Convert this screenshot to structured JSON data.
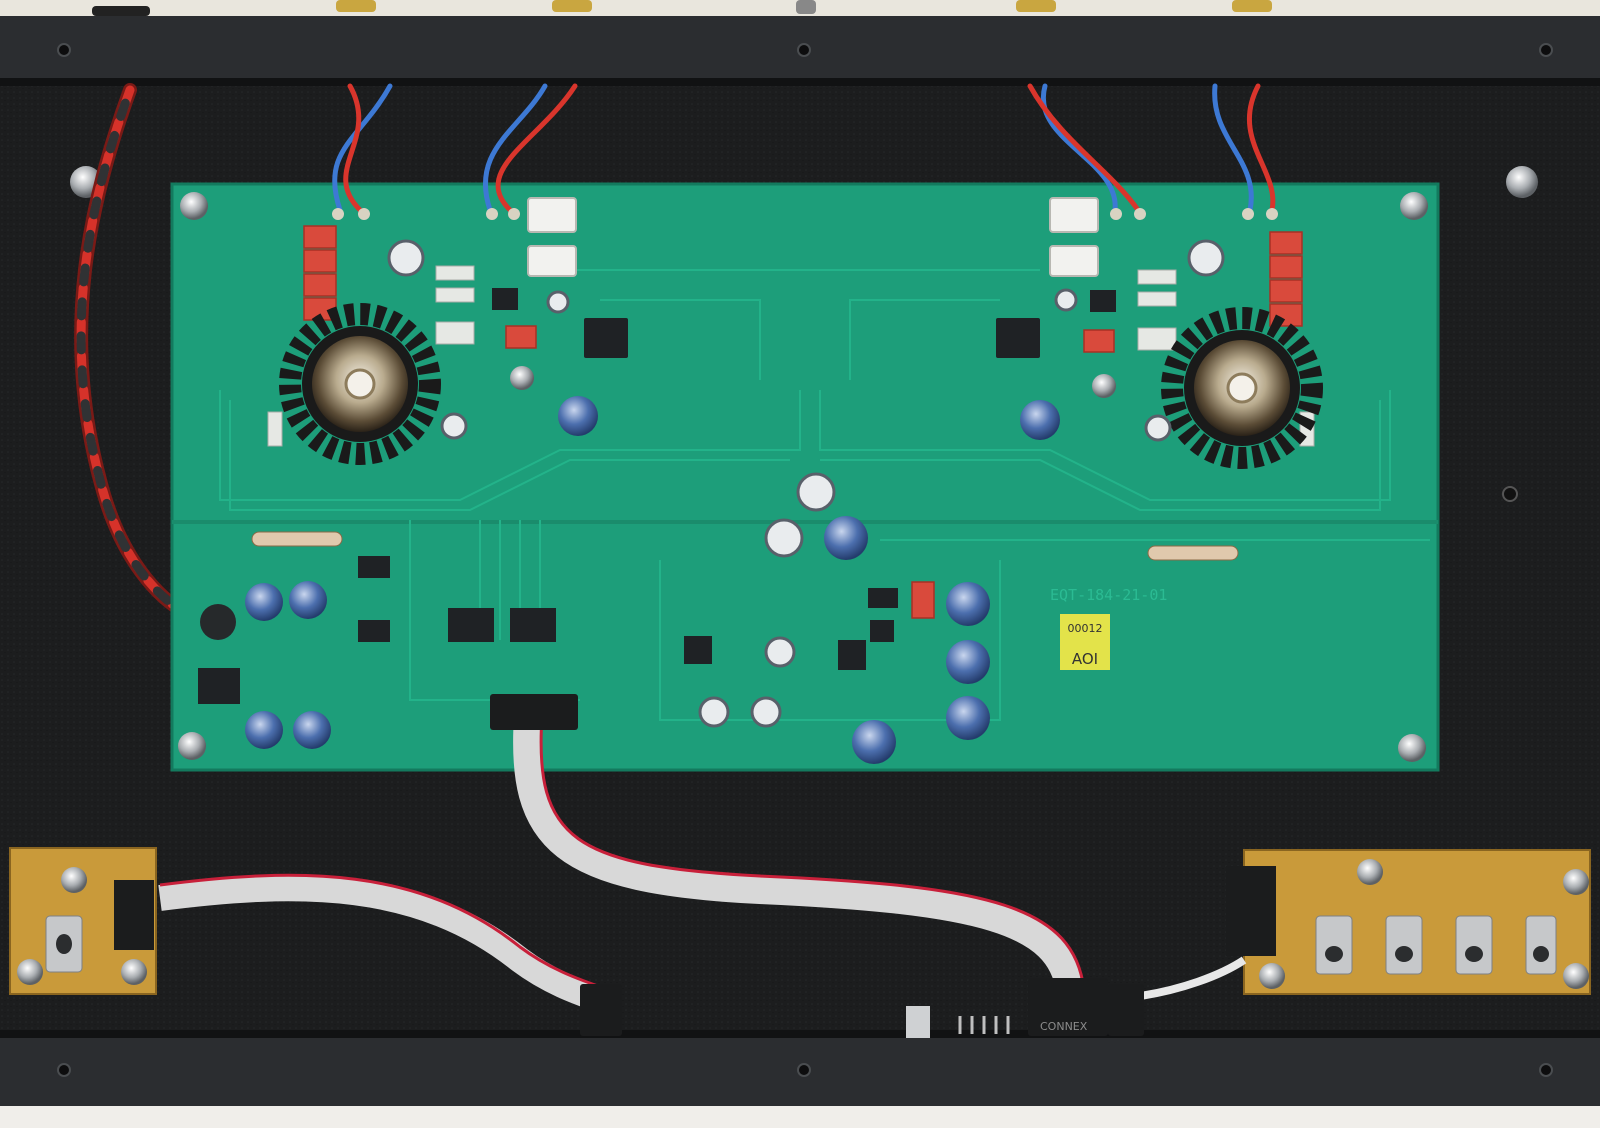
{
  "colors": {
    "chassis": "#2a2c2e",
    "chassis_floor": "#1a1b1c",
    "pcb_main": "#1d9e7a",
    "pcb_small": "#c99a3a",
    "copper_pad": "#d8d3c2",
    "cap_blue": "#3c5f9c",
    "resistor_red": "#d94a3c",
    "ribbon": "#d8d8d8",
    "ribbon_stripe": "#c8203a"
  },
  "board_labels": {
    "revision_mark": "EQT-184-21-01",
    "qc_sticker_number": "00012",
    "qc_sticker_text": "AOI",
    "connector_label": "CONNEX"
  },
  "icons": [
    "tube-icon",
    "capacitor-icon",
    "toggle-switch-icon",
    "screw-icon"
  ]
}
